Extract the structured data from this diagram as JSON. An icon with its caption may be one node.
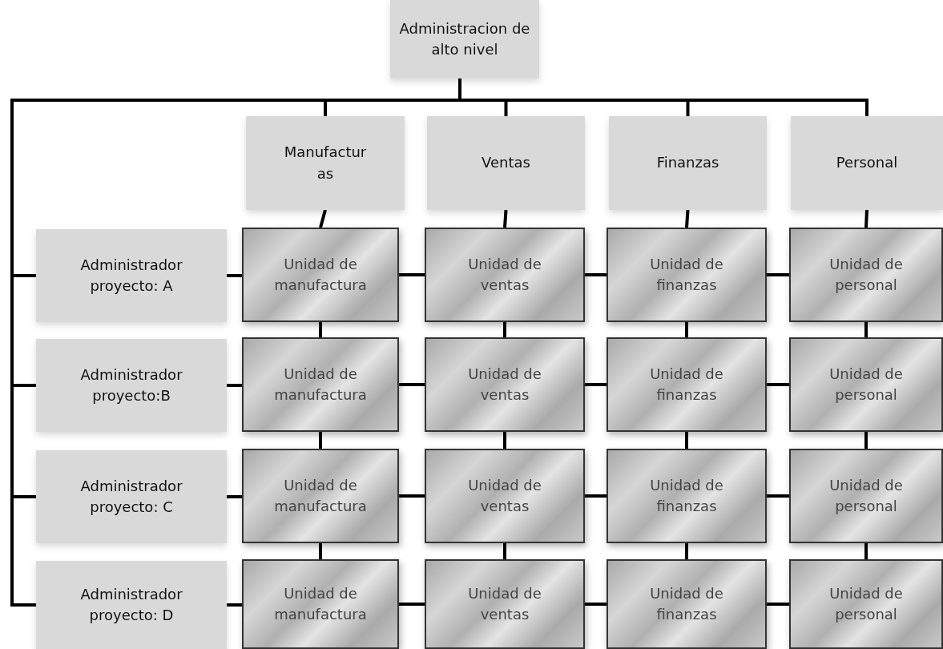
{
  "diagram": {
    "nodes": [
      {
        "text": [
          "Administracion de alto nivel"
        ]
      },
      {
        "text": [
          "Manufactur as"
        ]
      },
      {
        "text": [
          "Ventas"
        ]
      },
      {
        "text": [
          "Finanzas"
        ]
      },
      {
        "text": [
          "Personal"
        ]
      },
      {
        "text": [
          "Administrador proyecto: A"
        ]
      },
      {
        "text": [
          "Unidad de manufactura"
        ]
      },
      {
        "text": [
          "Unidad de ventas"
        ]
      },
      {
        "text": [
          "Unidad de finanzas"
        ]
      },
      {
        "text": [
          "Unidad de personal"
        ]
      },
      {
        "text": [
          "Administrador proyecto:B"
        ]
      },
      {
        "text": [
          "Unidad de manufactura"
        ]
      },
      {
        "text": [
          "Unidad de ventas"
        ]
      },
      {
        "text": [
          "Unidad de finanzas"
        ]
      },
      {
        "text": [
          "Unidad de personal"
        ]
      },
      {
        "text": [
          "Administrador proyecto: C"
        ]
      },
      {
        "text": [
          "Unidad de manufactura"
        ]
      },
      {
        "text": [
          "Unidad de ventas"
        ]
      },
      {
        "text": [
          "Unidad de finanzas"
        ]
      },
      {
        "text": [
          "Unidad de personal"
        ]
      },
      {
        "text": [
          "Administrador proyecto: D"
        ]
      },
      {
        "text": [
          "Unidad de manufactura"
        ]
      },
      {
        "text": [
          "Unidad de ventas"
        ]
      },
      {
        "text": [
          "Unidad de finanzas"
        ]
      },
      {
        "text": [
          "Unidad de personal"
        ]
      }
    ],
    "edges": [
      {
        "from": 0,
        "to": 1,
        "arrow": "none"
      },
      {
        "from": 0,
        "to": 2,
        "arrow": "none"
      },
      {
        "from": 0,
        "to": 3,
        "arrow": "none"
      },
      {
        "from": 0,
        "to": 4,
        "arrow": "none"
      },
      {
        "from": 0,
        "to": 5,
        "arrow": "none"
      },
      {
        "from": 0,
        "to": 10,
        "arrow": "none"
      },
      {
        "from": 0,
        "to": 15,
        "arrow": "none"
      },
      {
        "from": 0,
        "to": 20,
        "arrow": "none"
      },
      {
        "from": 1,
        "to": 6,
        "arrow": "none"
      },
      {
        "from": 2,
        "to": 7,
        "arrow": "none"
      },
      {
        "from": 3,
        "to": 8,
        "arrow": "none"
      },
      {
        "from": 4,
        "to": 9,
        "arrow": "none"
      },
      {
        "from": 5,
        "to": 6,
        "arrow": "none"
      },
      {
        "from": 6,
        "to": 7,
        "arrow": "none"
      },
      {
        "from": 7,
        "to": 8,
        "arrow": "none"
      },
      {
        "from": 8,
        "to": 9,
        "arrow": "none"
      },
      {
        "from": 6,
        "to": 11,
        "arrow": "none"
      },
      {
        "from": 7,
        "to": 12,
        "arrow": "none"
      },
      {
        "from": 8,
        "to": 13,
        "arrow": "none"
      },
      {
        "from": 9,
        "to": 14,
        "arrow": "none"
      },
      {
        "from": 10,
        "to": 11,
        "arrow": "none"
      },
      {
        "from": 11,
        "to": 12,
        "arrow": "none"
      },
      {
        "from": 12,
        "to": 13,
        "arrow": "none"
      },
      {
        "from": 13,
        "to": 14,
        "arrow": "none"
      },
      {
        "from": 11,
        "to": 16,
        "arrow": "none"
      },
      {
        "from": 12,
        "to": 17,
        "arrow": "none"
      },
      {
        "from": 13,
        "to": 18,
        "arrow": "none"
      },
      {
        "from": 14,
        "to": 19,
        "arrow": "none"
      },
      {
        "from": 15,
        "to": 16,
        "arrow": "none"
      },
      {
        "from": 16,
        "to": 17,
        "arrow": "none"
      },
      {
        "from": 17,
        "to": 18,
        "arrow": "none"
      },
      {
        "from": 18,
        "to": 19,
        "arrow": "none"
      },
      {
        "from": 16,
        "to": 21,
        "arrow": "none"
      },
      {
        "from": 17,
        "to": 22,
        "arrow": "none"
      },
      {
        "from": 18,
        "to": 23,
        "arrow": "none"
      },
      {
        "from": 19,
        "to": 24,
        "arrow": "none"
      },
      {
        "from": 20,
        "to": 21,
        "arrow": "none"
      },
      {
        "from": 21,
        "to": 22,
        "arrow": "none"
      },
      {
        "from": 22,
        "to": 23,
        "arrow": "none"
      },
      {
        "from": 23,
        "to": 24,
        "arrow": "none"
      }
    ]
  }
}
